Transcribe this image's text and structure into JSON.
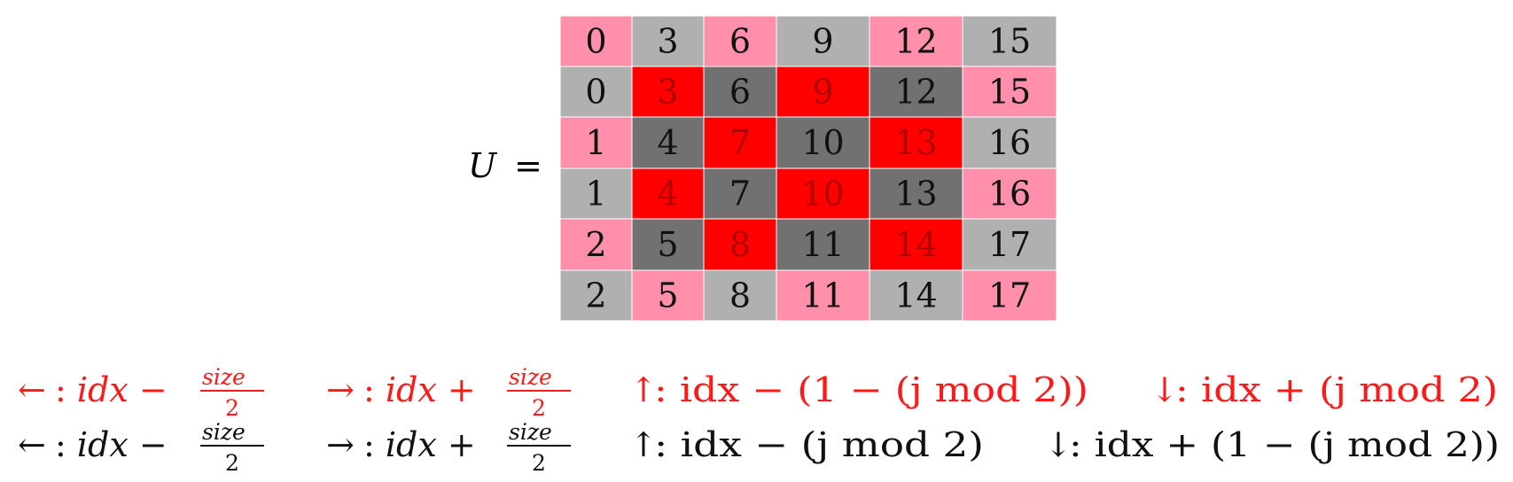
{
  "matrix": {
    "label": "U",
    "equals": "=",
    "values": [
      [
        0,
        3,
        6,
        9,
        12,
        15
      ],
      [
        0,
        3,
        6,
        9,
        12,
        15
      ],
      [
        1,
        4,
        7,
        10,
        13,
        16
      ],
      [
        1,
        4,
        7,
        10,
        13,
        16
      ],
      [
        2,
        5,
        8,
        11,
        14,
        17
      ],
      [
        2,
        5,
        8,
        11,
        14,
        17
      ]
    ],
    "fills": [
      [
        "pink",
        "lightgray",
        "pink",
        "lightgray",
        "pink",
        "lightgray"
      ],
      [
        "lightgray",
        "red",
        "darkgray",
        "red",
        "darkgray",
        "pink"
      ],
      [
        "pink",
        "darkgray",
        "red",
        "darkgray",
        "red",
        "lightgray"
      ],
      [
        "lightgray",
        "red",
        "darkgray",
        "red",
        "darkgray",
        "pink"
      ],
      [
        "pink",
        "darkgray",
        "red",
        "darkgray",
        "red",
        "lightgray"
      ],
      [
        "lightgray",
        "pink",
        "lightgray",
        "pink",
        "lightgray",
        "pink"
      ]
    ],
    "palette": {
      "pink": "#ff8fab",
      "lightgray": "#b0b0b0",
      "darkgray": "#717171",
      "red": "#ff0000"
    },
    "text_colors": {
      "red_cells": "#b00000",
      "default": "#111111"
    }
  },
  "formulas": {
    "red_row": {
      "color": "#ff1a1a",
      "left": {
        "arrow": "←",
        "prefix": ": ",
        "var": "idx",
        "op": " − ",
        "num": "size",
        "den": "2"
      },
      "right": {
        "arrow": "→",
        "prefix": ": ",
        "var": "idx",
        "op": " + ",
        "num": "size",
        "den": "2"
      },
      "up": {
        "arrow": "↑",
        "text": ": idx − (1 − (j   mod 2))"
      },
      "down": {
        "arrow": "↓",
        "text": ": idx + (j   mod 2)"
      }
    },
    "black_row": {
      "color": "#111111",
      "left": {
        "arrow": "←",
        "prefix": ": ",
        "var": "idx",
        "op": " − ",
        "num": "size",
        "den": "2"
      },
      "right": {
        "arrow": "→",
        "prefix": ": ",
        "var": "idx",
        "op": " + ",
        "num": "size",
        "den": "2"
      },
      "up": {
        "arrow": "↑",
        "text": ": idx − (j   mod 2)"
      },
      "down": {
        "arrow": "↓",
        "text": ": idx + (1 − (j   mod 2))"
      }
    }
  }
}
